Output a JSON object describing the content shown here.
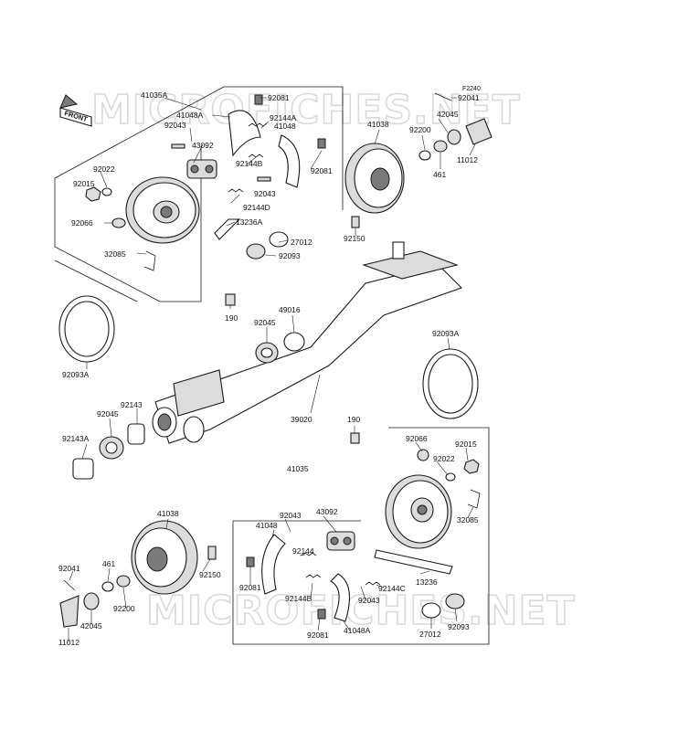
{
  "diagram": {
    "figure_code": "F2240",
    "front_label": "FRONT",
    "watermark": "MICROFICHES.NET",
    "labels": [
      {
        "id": "41035a",
        "text": "41035A"
      },
      {
        "id": "92081-top",
        "text": "92081"
      },
      {
        "id": "41048a-top",
        "text": "41048A"
      },
      {
        "id": "92144a-top",
        "text": "92144A"
      },
      {
        "id": "41048-top",
        "text": "41048"
      },
      {
        "id": "92043-top1",
        "text": "92043"
      },
      {
        "id": "43092-top",
        "text": "43092"
      },
      {
        "id": "92144b-top",
        "text": "92144B"
      },
      {
        "id": "92081-top2",
        "text": "92081"
      },
      {
        "id": "92043-top2",
        "text": "92043"
      },
      {
        "id": "92144d",
        "text": "92144D"
      },
      {
        "id": "92022-left",
        "text": "92022"
      },
      {
        "id": "92015-left",
        "text": "92015"
      },
      {
        "id": "92066-left",
        "text": "92066"
      },
      {
        "id": "13236a",
        "text": "13236A"
      },
      {
        "id": "27012-top",
        "text": "27012"
      },
      {
        "id": "32085-left",
        "text": "32085"
      },
      {
        "id": "92093-top",
        "text": "92093"
      },
      {
        "id": "41038-top",
        "text": "41038"
      },
      {
        "id": "92200-top",
        "text": "92200"
      },
      {
        "id": "92150-top",
        "text": "92150"
      },
      {
        "id": "92041-top",
        "text": "92041"
      },
      {
        "id": "42045-top",
        "text": "42045"
      },
      {
        "id": "461-top",
        "text": "461"
      },
      {
        "id": "11012-top",
        "text": "11012"
      },
      {
        "id": "190-top",
        "text": "190"
      },
      {
        "id": "92045-mid",
        "text": "92045"
      },
      {
        "id": "49016",
        "text": "49016"
      },
      {
        "id": "92093a-left",
        "text": "92093A"
      },
      {
        "id": "92093a-right",
        "text": "92093A"
      },
      {
        "id": "39020",
        "text": "39020"
      },
      {
        "id": "92045-left",
        "text": "92045"
      },
      {
        "id": "92143",
        "text": "92143"
      },
      {
        "id": "92143a",
        "text": "92143A"
      },
      {
        "id": "190-bottom",
        "text": "190"
      },
      {
        "id": "92066-right",
        "text": "92066"
      },
      {
        "id": "92015-right",
        "text": "92015"
      },
      {
        "id": "92022-right",
        "text": "92022"
      },
      {
        "id": "41035",
        "text": "41035"
      },
      {
        "id": "41038-bottom",
        "text": "41038"
      },
      {
        "id": "43092-bottom",
        "text": "43092"
      },
      {
        "id": "92043-bottom1",
        "text": "92043"
      },
      {
        "id": "41048-bottom",
        "text": "41048"
      },
      {
        "id": "32085-right",
        "text": "32085"
      },
      {
        "id": "92144",
        "text": "92144"
      },
      {
        "id": "92150-bottom",
        "text": "92150"
      },
      {
        "id": "92081-bottom1",
        "text": "92081"
      },
      {
        "id": "13236",
        "text": "13236"
      },
      {
        "id": "92041-bottom",
        "text": "92041"
      },
      {
        "id": "461-bottom",
        "text": "461"
      },
      {
        "id": "92144c",
        "text": "92144C"
      },
      {
        "id": "92144b-bottom",
        "text": "92144B"
      },
      {
        "id": "92043-bottom2",
        "text": "92043"
      },
      {
        "id": "92200-bottom",
        "text": "92200"
      },
      {
        "id": "42045-bottom",
        "text": "42045"
      },
      {
        "id": "27012-bottom",
        "text": "27012"
      },
      {
        "id": "92093-bottom",
        "text": "92093"
      },
      {
        "id": "92081-bottom2",
        "text": "92081"
      },
      {
        "id": "41048a-bottom",
        "text": "41048A"
      },
      {
        "id": "11012-bottom",
        "text": "11012"
      }
    ]
  }
}
